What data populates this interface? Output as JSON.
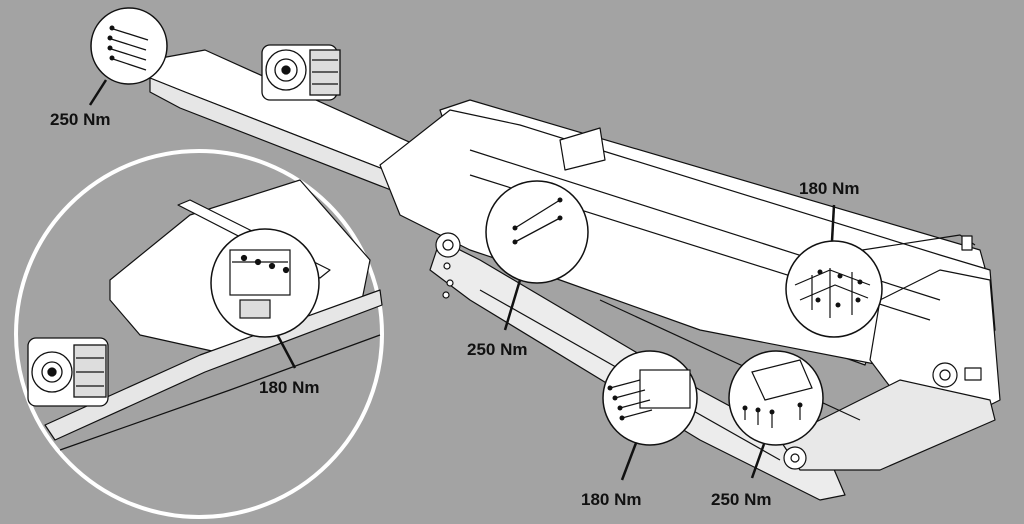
{
  "labels": {
    "top_left": "250 Nm",
    "inset": "180 Nm",
    "center": "250 Nm",
    "right": "180 Nm",
    "bottom_left": "180 Nm",
    "bottom_right": "250 Nm"
  },
  "colors": {
    "background": "#a3a3a3",
    "line": "#111111",
    "part_fill": "#ffffff",
    "callout_fill": "#ffffff",
    "inset_ring": "#ffffff"
  }
}
